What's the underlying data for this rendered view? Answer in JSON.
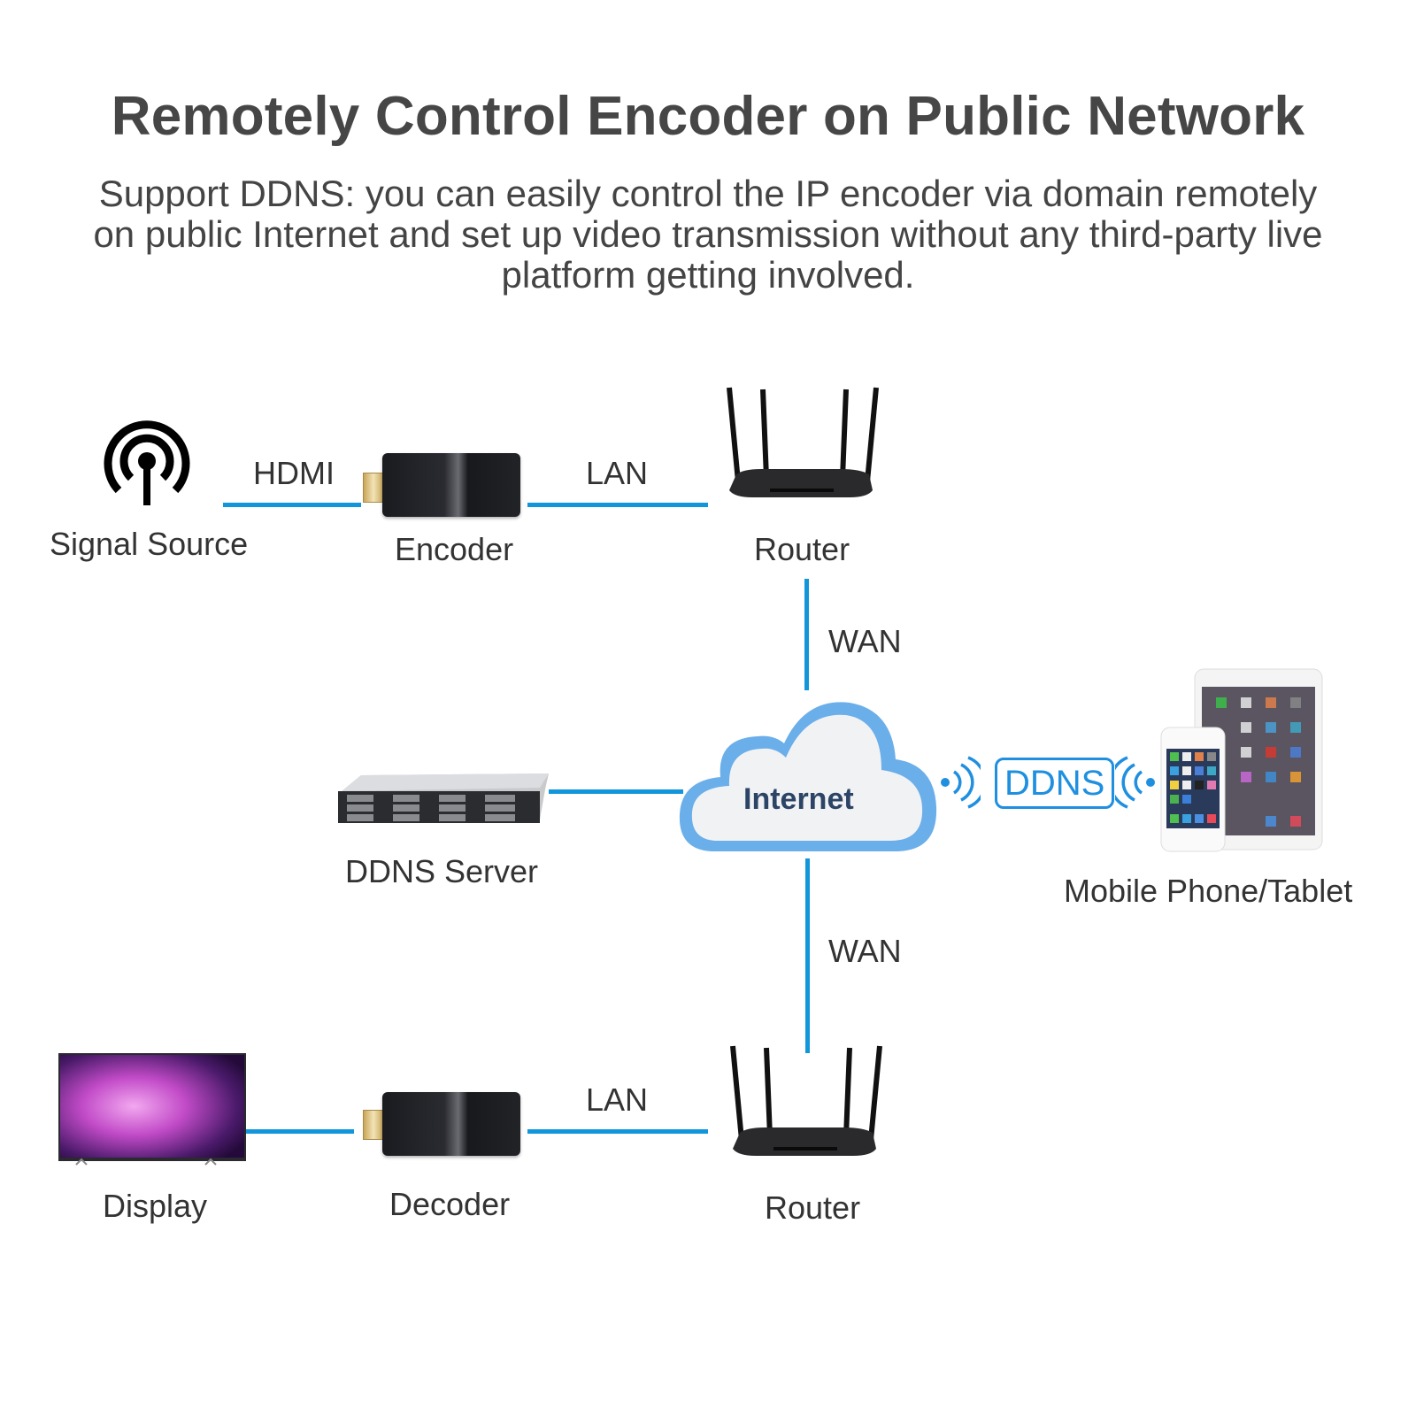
{
  "header": {
    "title": "Remotely Control Encoder on Public Network",
    "subtitle_lines": [
      "Support DDNS: you can easily control the IP encoder via domain remotely",
      "on public Internet and set up video transmission without any third-party live",
      "platform getting involved."
    ]
  },
  "nodes": {
    "signal_source": {
      "label": "Signal Source",
      "icon": "broadcast-antenna-icon"
    },
    "encoder": {
      "label": "Encoder",
      "icon": "hdmi-encoder-icon"
    },
    "router_top": {
      "label": "Router",
      "icon": "wifi-router-icon"
    },
    "internet": {
      "label": "Internet",
      "icon": "cloud-icon"
    },
    "ddns_server": {
      "label": "DDNS Server",
      "icon": "rack-server-icon"
    },
    "mobile": {
      "label": "Mobile Phone/Tablet",
      "icon": "phone-tablet-icon"
    },
    "display": {
      "label": "Display",
      "icon": "tv-display-icon"
    },
    "decoder": {
      "label": "Decoder",
      "icon": "hdmi-decoder-icon"
    },
    "router_bottom": {
      "label": "Router",
      "icon": "wifi-router-icon"
    }
  },
  "links": {
    "source_encoder": "HDMI",
    "encoder_router": "LAN",
    "router_internet_top": "WAN",
    "internet_router_bottom": "WAN",
    "decoder_router": "LAN",
    "ddns_badge": "DDNS"
  },
  "colors": {
    "link_line": "#1296db",
    "ddns_accent": "#1f8fe0",
    "cloud_outline": "#6aaeea",
    "cloud_fill": "#f1f2f4",
    "internet_text": "#2c4466"
  }
}
